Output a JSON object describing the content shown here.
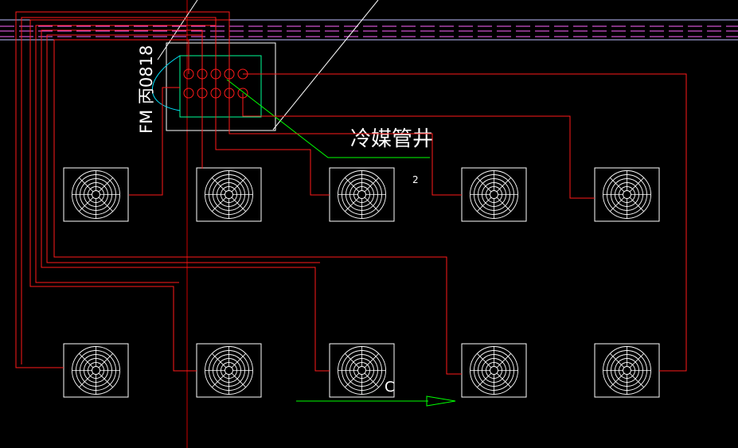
{
  "drawing": {
    "shaft_label": "冷媒管井",
    "fire_door_label": "FM 丙0818",
    "number_label": "2",
    "unit_label_partial": "C"
  },
  "colors": {
    "background": "#000000",
    "pipe": "#ff1a1a",
    "axis": "#cc0000",
    "outline": "#ffffff",
    "leader": "#00ff00",
    "door_swing": "#00e5ff",
    "grid_dashed": "#ff66ff",
    "grid_light": "#c0c0ff",
    "ref_line": "#ffffff"
  }
}
